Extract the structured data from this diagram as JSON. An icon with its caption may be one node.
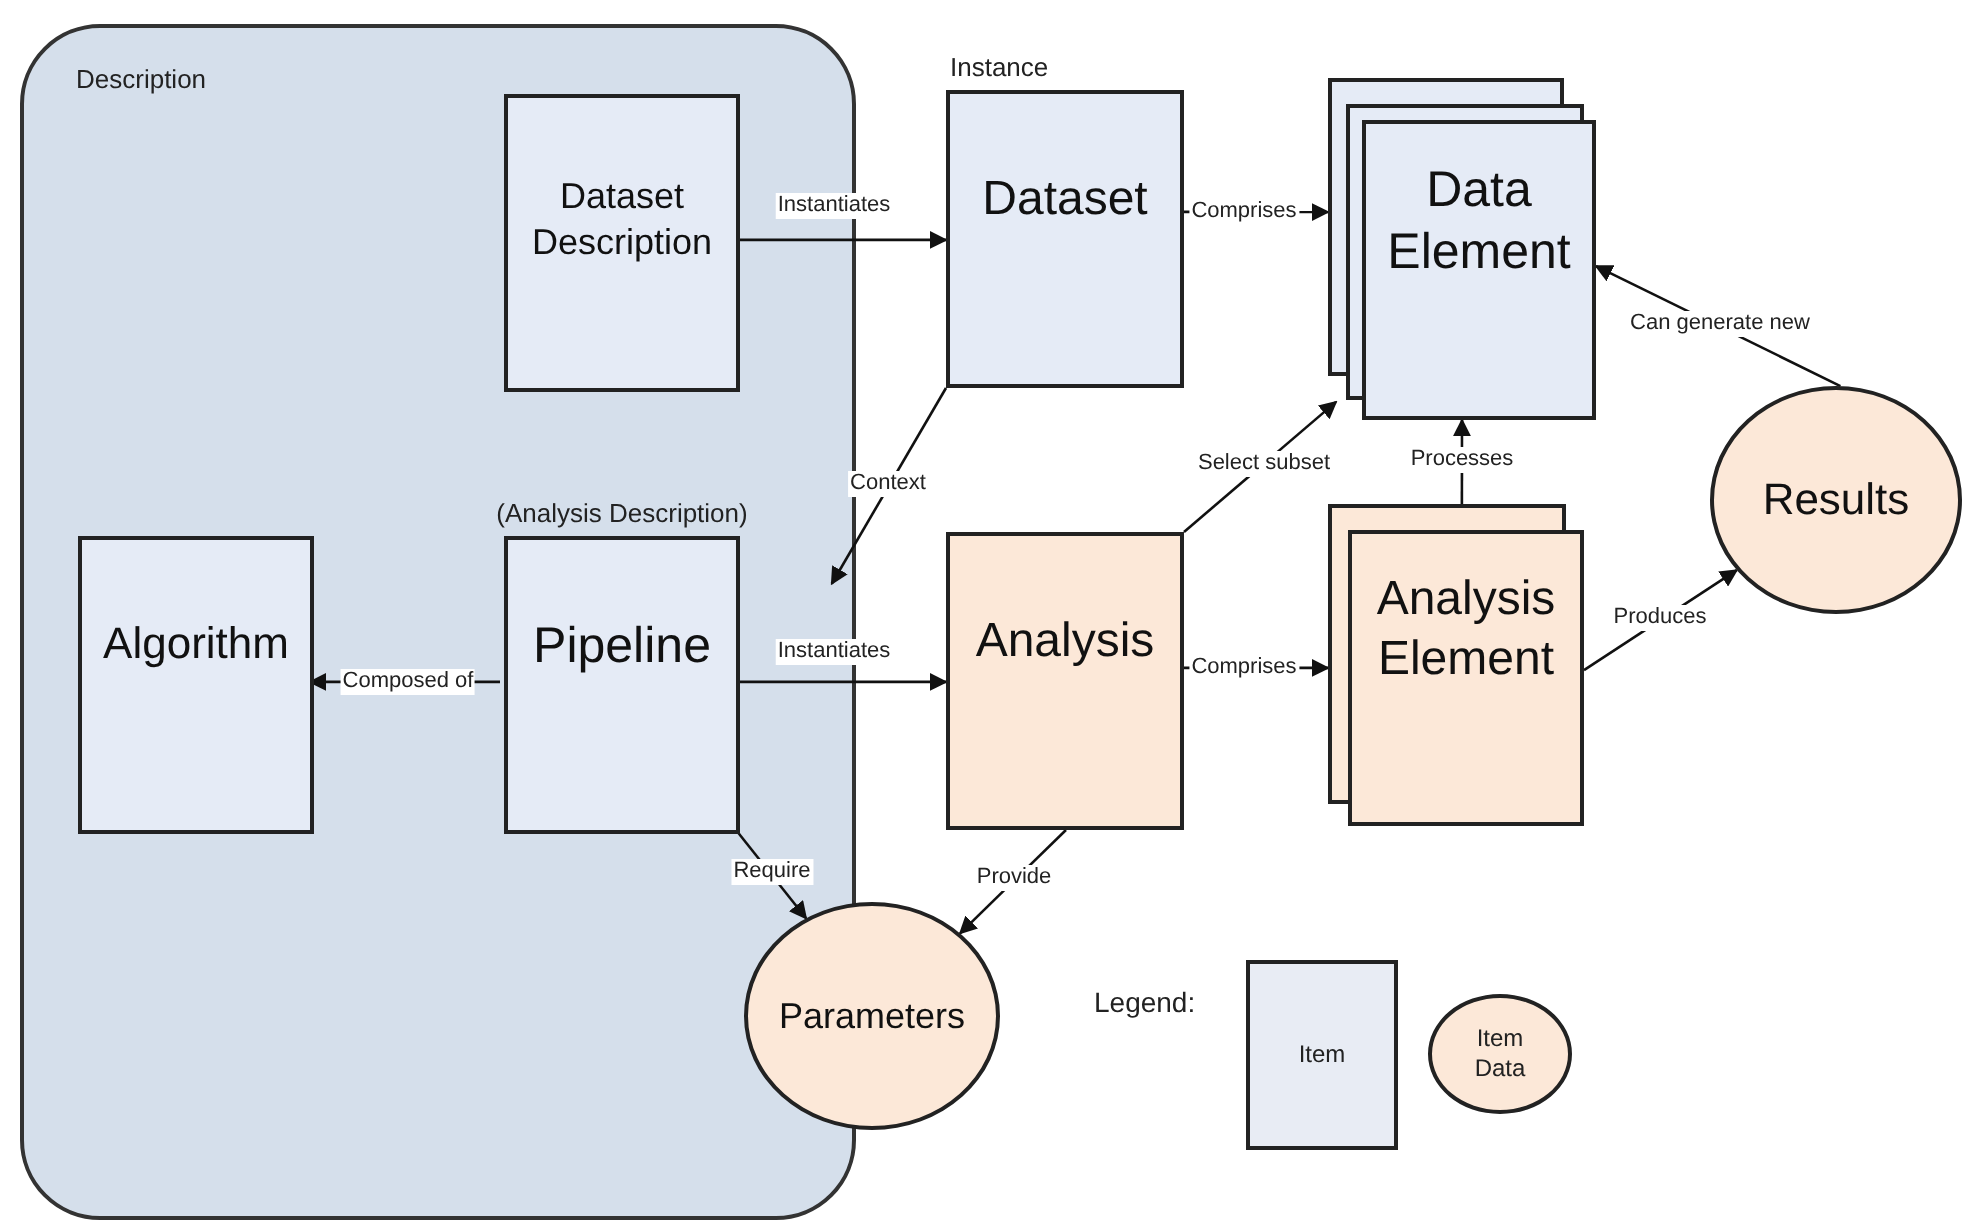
{
  "diagram": {
    "nodes": [
      {
        "text": [
          "Description"
        ]
      },
      {
        "text": [
          "Dataset Description"
        ],
        "in": 0
      },
      {
        "text": [
          "Instance",
          "Dataset"
        ]
      },
      {
        "text": [
          "Data Element"
        ]
      },
      {
        "text": [
          "Algorithm"
        ],
        "in": 0
      },
      {
        "text": [
          "(Analysis Description)",
          "Pipeline"
        ],
        "in": 0
      },
      {
        "text": [
          "Analysis"
        ]
      },
      {
        "text": [
          "Analysis Element"
        ]
      },
      {
        "text": [
          "Results"
        ]
      },
      {
        "text": [
          "Parameters"
        ]
      }
    ],
    "edges": [
      {
        "from": 1,
        "to": 2,
        "label": "Instantiates",
        "arrow": "to"
      },
      {
        "from": 2,
        "to": 3,
        "label": "Comprises",
        "arrow": "to"
      },
      {
        "from": 2,
        "to": 0,
        "label": "Context",
        "arrow": "to"
      },
      {
        "from": 5,
        "to": 4,
        "label": "Composed of",
        "arrow": "to"
      },
      {
        "from": 5,
        "to": 6,
        "label": "Instantiates",
        "arrow": "to"
      },
      {
        "from": 6,
        "to": 3,
        "label": "Select subset",
        "arrow": "to"
      },
      {
        "from": 6,
        "to": 7,
        "label": "Comprises",
        "arrow": "to"
      },
      {
        "from": 7,
        "to": 3,
        "label": "Processes",
        "arrow": "to"
      },
      {
        "from": 7,
        "to": 8,
        "label": "Produces",
        "arrow": "to"
      },
      {
        "from": 8,
        "to": 3,
        "label": "Can generate new",
        "arrow": "to"
      },
      {
        "from": 5,
        "to": 9,
        "label": "Require",
        "arrow": "to"
      },
      {
        "from": 6,
        "to": 9,
        "label": "Provide",
        "arrow": "to"
      }
    ],
    "labels": [
      "Legend:"
    ],
    "legend": [
      {
        "text": "Item",
        "color": "#e8ecf4"
      },
      {
        "text": "Item Data",
        "color": "#fce8d8"
      }
    ]
  }
}
